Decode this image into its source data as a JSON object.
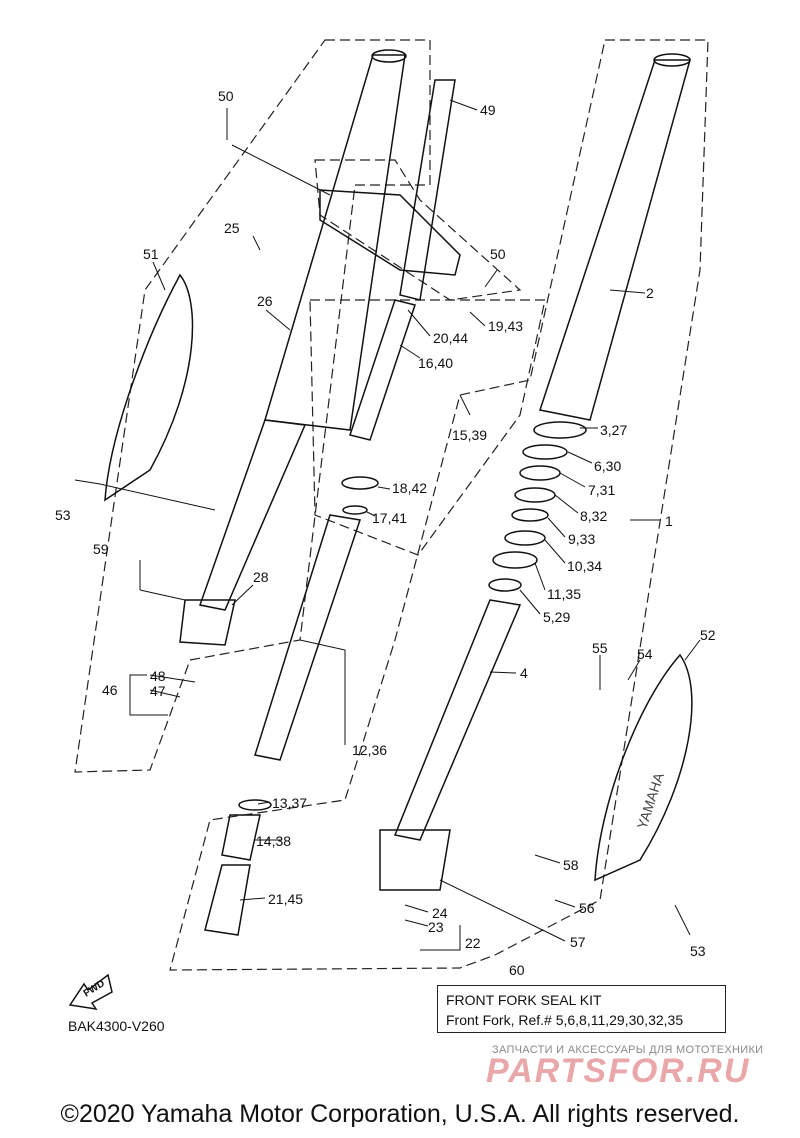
{
  "callouts": [
    {
      "id": "c50a",
      "text": "50"
    },
    {
      "id": "c49",
      "text": "49"
    },
    {
      "id": "c25",
      "text": "25"
    },
    {
      "id": "c51",
      "text": "51"
    },
    {
      "id": "c26",
      "text": "26"
    },
    {
      "id": "c50b",
      "text": "50"
    },
    {
      "id": "c2",
      "text": "2"
    },
    {
      "id": "c19_43",
      "text": "19,43"
    },
    {
      "id": "c20_44",
      "text": "20,44"
    },
    {
      "id": "c16_40",
      "text": "16,40"
    },
    {
      "id": "c15_39",
      "text": "15,39"
    },
    {
      "id": "c3_27",
      "text": "3,27"
    },
    {
      "id": "c6_30",
      "text": "6,30"
    },
    {
      "id": "c7_31",
      "text": "7,31"
    },
    {
      "id": "c18_42",
      "text": "18,42"
    },
    {
      "id": "c53a",
      "text": "53"
    },
    {
      "id": "c17_41",
      "text": "17,41"
    },
    {
      "id": "c8_32",
      "text": "8,32"
    },
    {
      "id": "c1",
      "text": "1"
    },
    {
      "id": "c9_33",
      "text": "9,33"
    },
    {
      "id": "c59",
      "text": "59"
    },
    {
      "id": "c10_34",
      "text": "10,34"
    },
    {
      "id": "c28",
      "text": "28"
    },
    {
      "id": "c11_35",
      "text": "11,35"
    },
    {
      "id": "c5_29",
      "text": "5,29"
    },
    {
      "id": "c52",
      "text": "52"
    },
    {
      "id": "c55",
      "text": "55"
    },
    {
      "id": "c54",
      "text": "54"
    },
    {
      "id": "c4",
      "text": "4"
    },
    {
      "id": "c48",
      "text": "48"
    },
    {
      "id": "c46",
      "text": "46"
    },
    {
      "id": "c47",
      "text": "47"
    },
    {
      "id": "c12_36",
      "text": "12,36"
    },
    {
      "id": "c13_37",
      "text": "13,37"
    },
    {
      "id": "c14_38",
      "text": "14,38"
    },
    {
      "id": "c58",
      "text": "58"
    },
    {
      "id": "c21_45",
      "text": "21,45"
    },
    {
      "id": "c56",
      "text": "56"
    },
    {
      "id": "c24",
      "text": "24"
    },
    {
      "id": "c23",
      "text": "23"
    },
    {
      "id": "c22",
      "text": "22"
    },
    {
      "id": "c57",
      "text": "57"
    },
    {
      "id": "c53b",
      "text": "53"
    },
    {
      "id": "c60",
      "text": "60"
    }
  ],
  "kit": {
    "title": "FRONT FORK SEAL KIT",
    "detail": "Front Fork, Ref.# 5,6,8,11,29,30,32,35"
  },
  "fwd_label": "FWD",
  "guard_text": "YAMAHA",
  "code": "BAK4300-V260",
  "watermark": {
    "top": "ЗАПЧАСТИ И АКСЕССУАРЫ ДЛЯ МОТОТЕХНИКИ",
    "logo": "PARTSFOR.RU"
  },
  "copyright": "©2020 Yamaha Motor Corporation, U.S.A. All rights reserved."
}
